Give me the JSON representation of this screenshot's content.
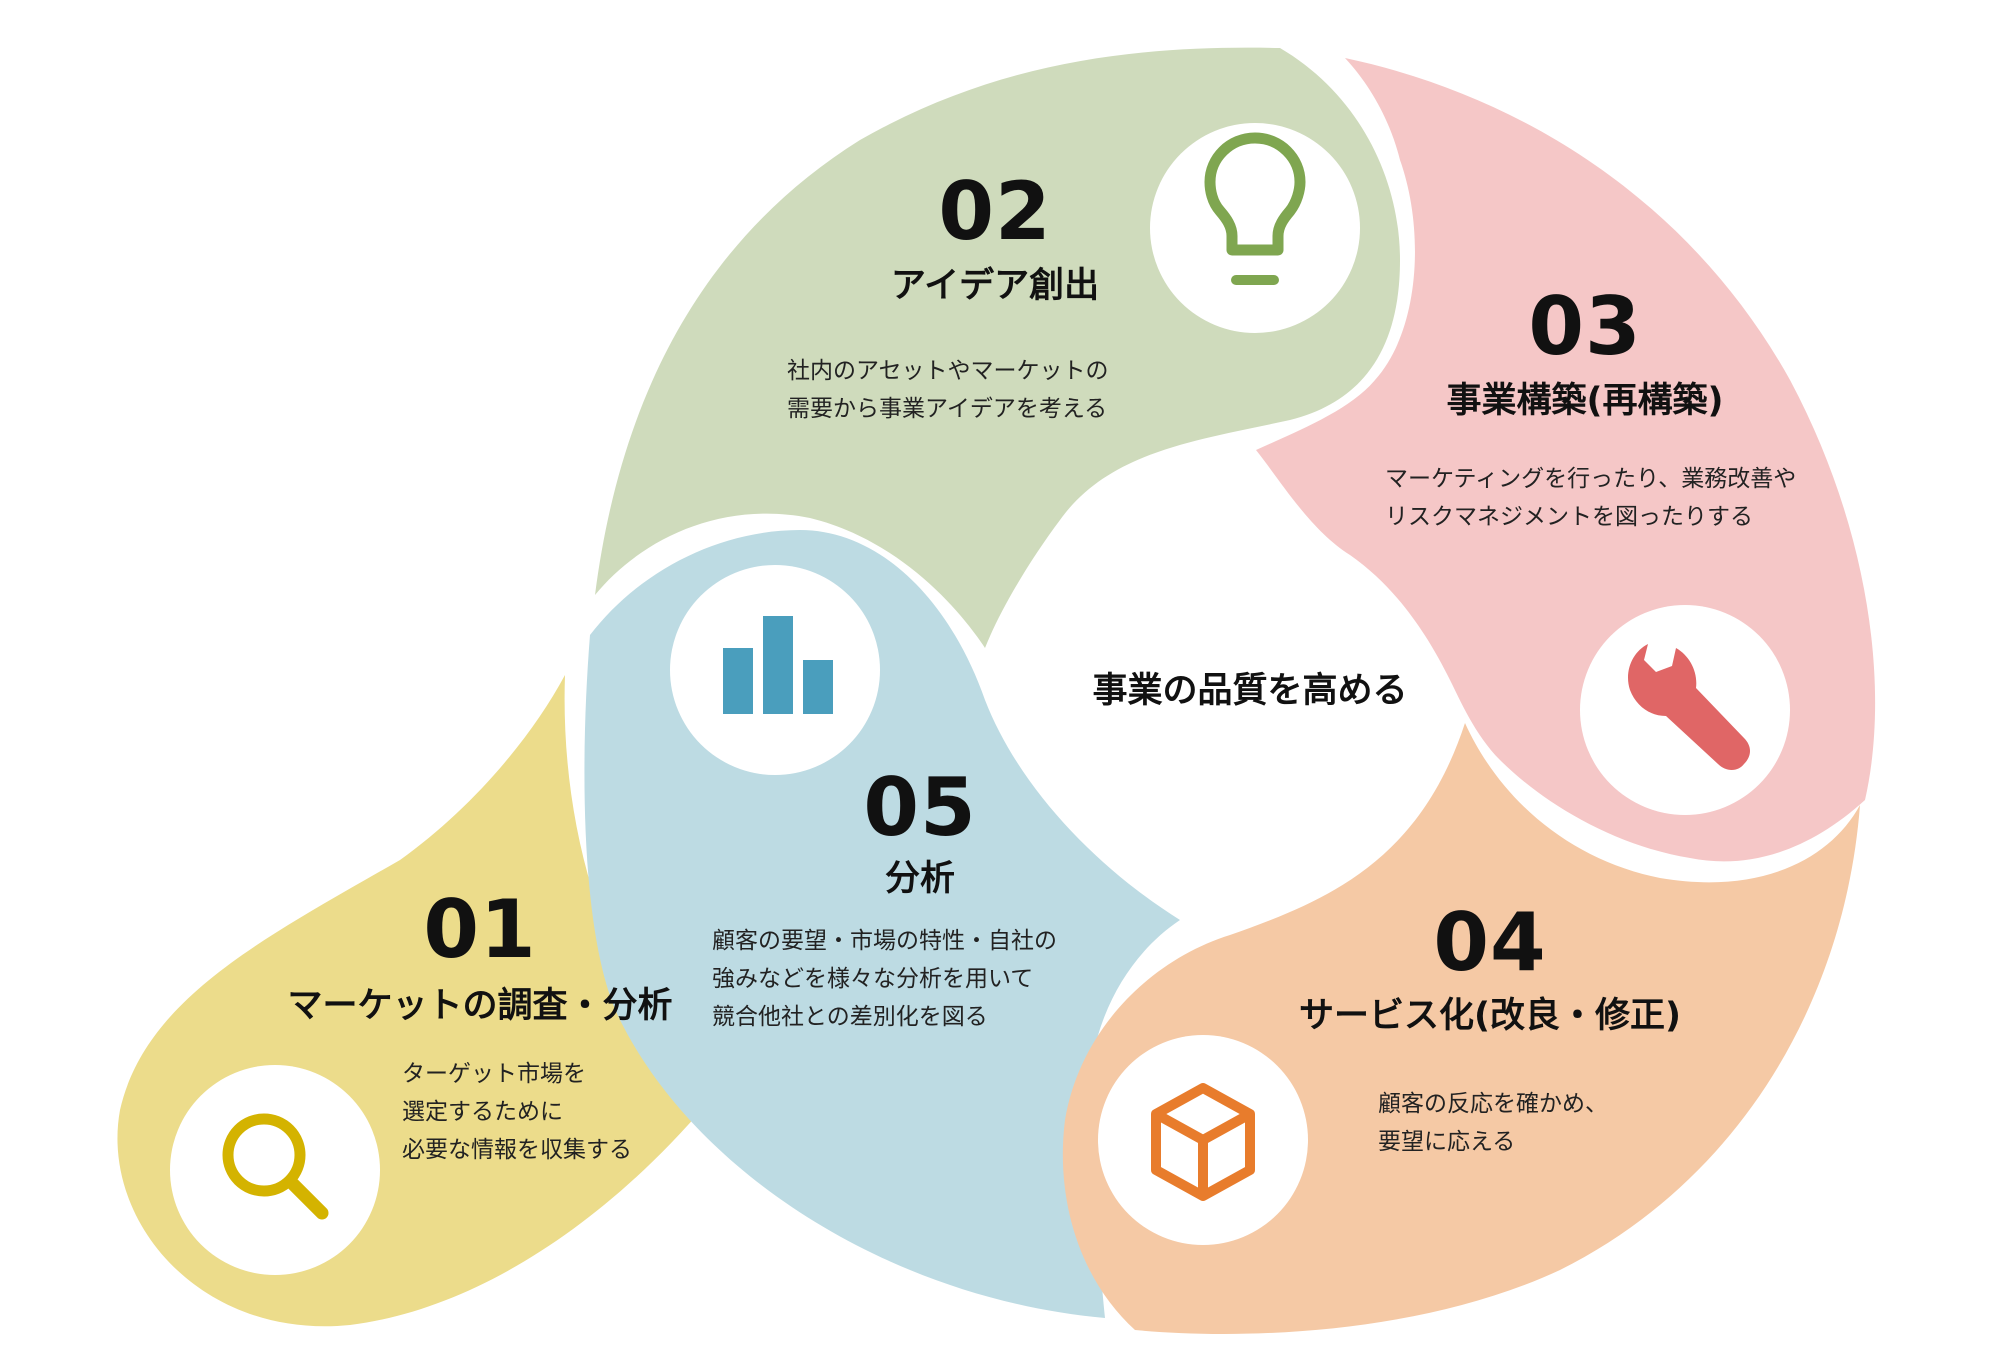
{
  "center": {
    "label": "事業の品質を高める"
  },
  "steps": [
    {
      "number": "01",
      "title": "マーケットの調査・分析",
      "desc": [
        "ターゲット市場を",
        "選定するために",
        "必要な情報を収集する"
      ],
      "icon": "magnifier-icon",
      "color": "#ecdc8b",
      "icon_color": "#d4b300"
    },
    {
      "number": "02",
      "title": "アイデア創出",
      "desc": [
        "社内のアセットやマーケットの",
        "需要から事業アイデアを考える"
      ],
      "icon": "lightbulb-icon",
      "color": "#cfdbbc",
      "icon_color": "#7fa650"
    },
    {
      "number": "03",
      "title": "事業構築(再構築)",
      "desc": [
        "マーケティングを行ったり、業務改善や",
        "リスクマネジメントを図ったりする"
      ],
      "icon": "wrench-icon",
      "color": "#f5c7c7",
      "icon_color": "#e06666"
    },
    {
      "number": "04",
      "title": "サービス化(改良・修正)",
      "desc": [
        "顧客の反応を確かめ、",
        "要望に応える"
      ],
      "icon": "box-icon",
      "color": "#f5c9a5",
      "icon_color": "#e87c2c"
    },
    {
      "number": "05",
      "title": "分析",
      "desc": [
        "顧客の要望・市場の特性・自社の",
        "強みなどを様々な分析を用いて",
        "競合他社との差別化を図る"
      ],
      "icon": "bar-chart-icon",
      "color": "#bddbe3",
      "icon_color": "#4a9ebd"
    }
  ]
}
